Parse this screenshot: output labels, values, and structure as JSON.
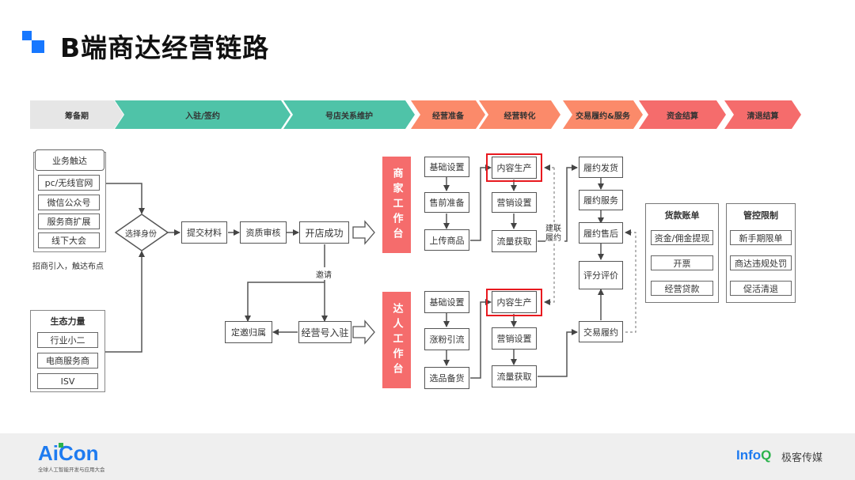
{
  "header": {
    "title": "B端商达经营链路"
  },
  "stages": [
    {
      "label": "筹备期",
      "color": "#e6e6e6"
    },
    {
      "label": "入驻/签约",
      "color": "#4fc3a8"
    },
    {
      "label": "号店关系维护",
      "color": "#4fc3a8"
    },
    {
      "label": "经营准备",
      "color": "#fb8a6a"
    },
    {
      "label": "经营转化",
      "color": "#fb8a6a"
    },
    {
      "label": "交易履约&服务",
      "color": "#fb8a6a"
    },
    {
      "label": "资金结算",
      "color": "#f56c6c"
    },
    {
      "label": "清退结算",
      "color": "#f56c6c"
    }
  ],
  "left": {
    "business_reach": {
      "title": "业务触达",
      "items": [
        "pc/无线官网",
        "微信公众号",
        "服务商扩展",
        "线下大会"
      ],
      "caption": "招商引入，触达布点"
    },
    "ecosystem": {
      "title": "生态力量",
      "items": [
        "行业小二",
        "电商服务商",
        "ISV"
      ]
    }
  },
  "onboarding": {
    "decision": "选择身份",
    "submit": "提交材料",
    "review": "资质审核",
    "success": "开店成功",
    "invite_label": "邀请",
    "invite_attribution": "定邀归属",
    "account_join": "经营号入驻"
  },
  "merchant": {
    "workbench": "商家工作台",
    "prep": [
      "基础设置",
      "售前准备",
      "上传商品"
    ],
    "convert": [
      "内容生产",
      "营销设置",
      "流量获取"
    ]
  },
  "talent": {
    "workbench": "达人工作台",
    "prep": [
      "基础设置",
      "涨粉引流",
      "选品备货"
    ],
    "convert": [
      "内容生产",
      "营销设置",
      "流量获取"
    ]
  },
  "link_label": "建联履约",
  "fulfillment": {
    "items": [
      "履约发货",
      "履约服务",
      "履约售后"
    ],
    "review": "评分评价",
    "trade": "交易履约"
  },
  "settlement": {
    "title": "货款账单",
    "items": [
      "资金/佣金提现",
      "开票",
      "经营贷款"
    ]
  },
  "control": {
    "title": "管控限制",
    "items": [
      "新手期限单",
      "商达违规处罚",
      "促活清退"
    ]
  },
  "footer": {
    "brand_left": "AiCon",
    "brand_left_sub": "全球人工智能开发与应用大会",
    "brand_right_a": "Info",
    "brand_right_b": "Q",
    "brand_right_cn": "极客传媒"
  }
}
